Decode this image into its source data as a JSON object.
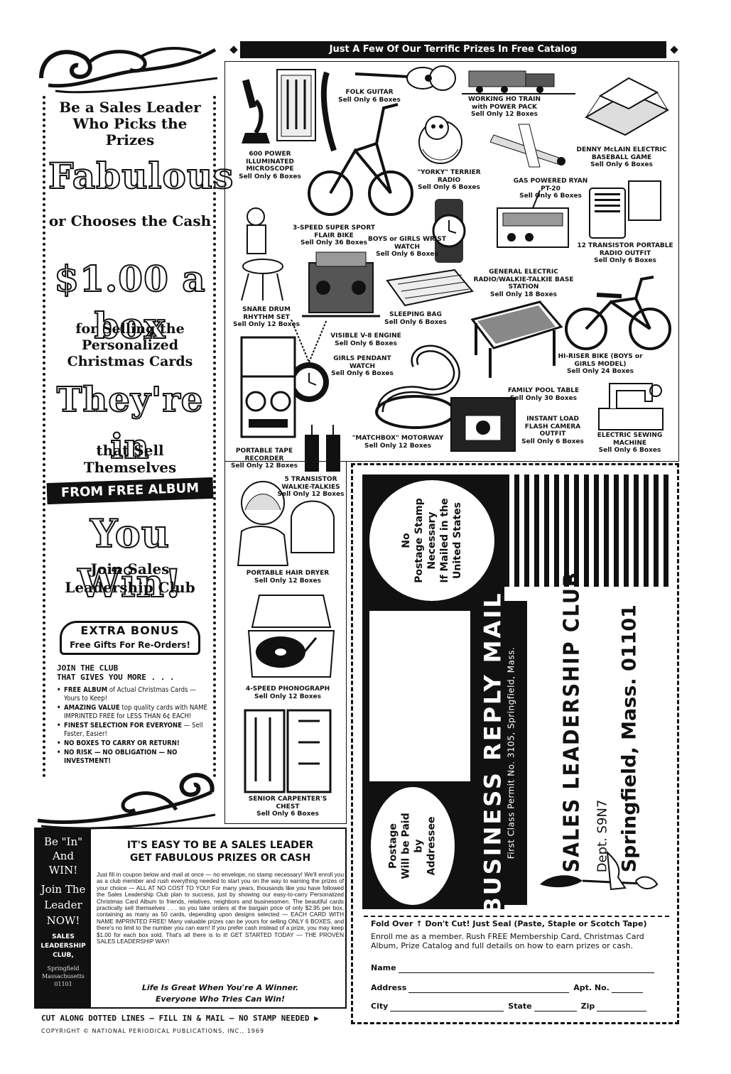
{
  "left": {
    "headline1": "Be a Sales Leader Who Picks the Prizes",
    "fabulous": "Fabulous",
    "headline2": "or Chooses the Cash",
    "dollar": "$1.00 a box",
    "headline3": "for Selling the Personalized Christmas Cards",
    "theyre_in": "They're in",
    "headline4": "that Sell Themselves",
    "album_banner": "FROM FREE ALBUM",
    "you_win": "You Win!",
    "headline5": "Join Sales Leadership Club",
    "bonus_title": "EXTRA BONUS",
    "bonus_sub": "Free Gifts For Re-Orders!",
    "join_line1": "JOIN THE CLUB",
    "join_line2": "THAT GIVES YOU MORE . . .",
    "list": [
      {
        "strong": "FREE ALBUM",
        "rest": " of Actual Christmas Cards — Yours to Keep!"
      },
      {
        "strong": "AMAZING VALUE",
        "rest": " top quality cards with NAME IMPRINTED FREE for LESS THAN 6¢ EACH!"
      },
      {
        "strong": "FINEST SELECTION FOR EVERYONE",
        "rest": " — Sell Faster, Easier!"
      },
      {
        "strong": "NO BOXES TO CARRY OR RETURN!",
        "rest": ""
      },
      {
        "strong": "NO RISK — NO OBLIGATION — NO INVESTMENT!",
        "rest": ""
      }
    ]
  },
  "coupon": {
    "black_line1": "Be \"In\"",
    "black_line2": "And",
    "black_line3": "WIN!",
    "black_line4": "Join The",
    "black_line5": "Leader",
    "black_line6": "NOW!",
    "black_club": "SALES LEADERSHIP CLUB,",
    "black_addr": "Springfield Massachusetts 01101",
    "head_line1": "IT'S EASY TO BE A SALES LEADER",
    "head_line2": "GET FABULOUS PRIZES OR CASH",
    "body": "Just fill in coupon below and mail at once — no envelope, no stamp necessary! We'll enroll you as a club member and rush everything needed to start you on the way to earning the prizes of your choice — ALL AT NO COST TO YOU! For many years, thousands like you have followed the Sales Leadership Club plan to success, just by showing our easy-to-carry Personalized Christmas Card Album to friends, relatives, neighbors and businessmen. The beautiful cards practically sell themselves . . . so you take orders at the bargain price of only $2.95 per box, containing as many as 50 cards, depending upon designs selected — EACH CARD WITH NAME IMPRINTED FREE! Many valuable prizes can be yours for selling ONLY 6 BOXES, and there's no limit to the number you can earn! If you prefer cash instead of a prize, you may keep $1.00 for each box sold. That's all there is to it! GET STARTED TODAY — THE PROVEN SALES LEADERSHIP WAY!",
    "foot_line1": "Life Is Great When You're A Winner.",
    "foot_line2": "Everyone Who Tries Can Win!"
  },
  "cut_line": "CUT ALONG DOTTED LINES — FILL IN & MAIL — NO STAMP NEEDED",
  "copyright": "COPYRIGHT © NATIONAL PERIODICAL PUBLICATIONS, INC., 1969",
  "banner": "Just A Few Of Our Terrific Prizes In Free Catalog",
  "prizes": [
    {
      "name": "600 POWER ILLUMINATED MICROSCOPE",
      "sell": "Sell Only 6 Boxes"
    },
    {
      "name": "FOLK GUITAR",
      "sell": "Sell Only 6 Boxes"
    },
    {
      "name": "WORKING HO TRAIN with POWER PACK",
      "sell": "Sell Only 12 Boxes"
    },
    {
      "name": "DENNY McLAIN ELECTRIC BASEBALL GAME",
      "sell": "Sell Only 6 Boxes"
    },
    {
      "name": "\"YORKY\" TERRIER RADIO",
      "sell": "Sell Only 6 Boxes"
    },
    {
      "name": "GAS POWERED RYAN PT-20",
      "sell": "Sell Only 6 Boxes"
    },
    {
      "name": "3-SPEED SUPER SPORT FLAIR BIKE",
      "sell": "Sell Only 36 Boxes"
    },
    {
      "name": "BOYS or GIRLS WRIST WATCH",
      "sell": "Sell Only 6 Boxes"
    },
    {
      "name": "12 TRANSISTOR PORTABLE RADIO OUTFIT",
      "sell": "Sell Only 6 Boxes"
    },
    {
      "name": "GENERAL ELECTRIC RADIO/WALKIE-TALKIE BASE STATION",
      "sell": "Sell Only 18 Boxes"
    },
    {
      "name": "SNARE DRUM RHYTHM SET",
      "sell": "Sell Only 12 Boxes"
    },
    {
      "name": "SLEEPING BAG",
      "sell": "Sell Only 6 Boxes"
    },
    {
      "name": "VISIBLE V-8 ENGINE",
      "sell": "Sell Only 6 Boxes"
    },
    {
      "name": "GIRLS PENDANT WATCH",
      "sell": "Sell Only 6 Boxes"
    },
    {
      "name": "HI-RISER BIKE (BOYS or GIRLS MODEL)",
      "sell": "Sell Only 24 Boxes"
    },
    {
      "name": "FAMILY POOL TABLE",
      "sell": "Sell Only 30 Boxes"
    },
    {
      "name": "INSTANT LOAD FLASH CAMERA OUTFIT",
      "sell": "Sell Only 6 Boxes"
    },
    {
      "name": "ELECTRIC SEWING MACHINE",
      "sell": "Sell Only 6 Boxes"
    },
    {
      "name": "\"MATCHBOX\" MOTORWAY",
      "sell": "Sell Only 12 Boxes"
    },
    {
      "name": "PORTABLE TAPE RECORDER",
      "sell": "Sell Only 12 Boxes"
    },
    {
      "name": "5 TRANSISTOR WALKIE-TALKIES",
      "sell": "Sell Only 12 Boxes"
    },
    {
      "name": "PORTABLE HAIR DRYER",
      "sell": "Sell Only 12 Boxes"
    },
    {
      "name": "4-SPEED PHONOGRAPH",
      "sell": "Sell Only 12 Boxes"
    },
    {
      "name": "SENIOR CARPENTER'S CHEST",
      "sell": "Sell Only 6 Boxes"
    }
  ],
  "reply": {
    "stamp_line1": "No",
    "stamp_line2": "Postage Stamp",
    "stamp_line3": "Necessary",
    "stamp_line4": "If Mailed in the",
    "stamp_line5": "United States",
    "paid_line1": "Postage",
    "paid_line2": "Will be Paid",
    "paid_line3": "by",
    "paid_line4": "Addressee",
    "brm_title": "BUSINESS REPLY MAIL",
    "brm_permit": "First Class Permit No. 3105, Springfield, Mass.",
    "club": "SALES LEADERSHIP CLUB",
    "dept": "Dept. S9N7",
    "city": "Springfield, Mass. 01101",
    "fold": "Fold Over ↑ Don't Cut! Just Seal (Paste, Staple or Scotch Tape)",
    "enroll": "Enroll me as a member. Rush FREE Membership Card, Christmas Card Album, Prize Catalog and full details on how to earn prizes or cash.",
    "field_name": "Name",
    "field_address": "Address",
    "field_apt": "Apt. No.",
    "field_city": "City",
    "field_state": "State",
    "field_zip": "Zip"
  }
}
